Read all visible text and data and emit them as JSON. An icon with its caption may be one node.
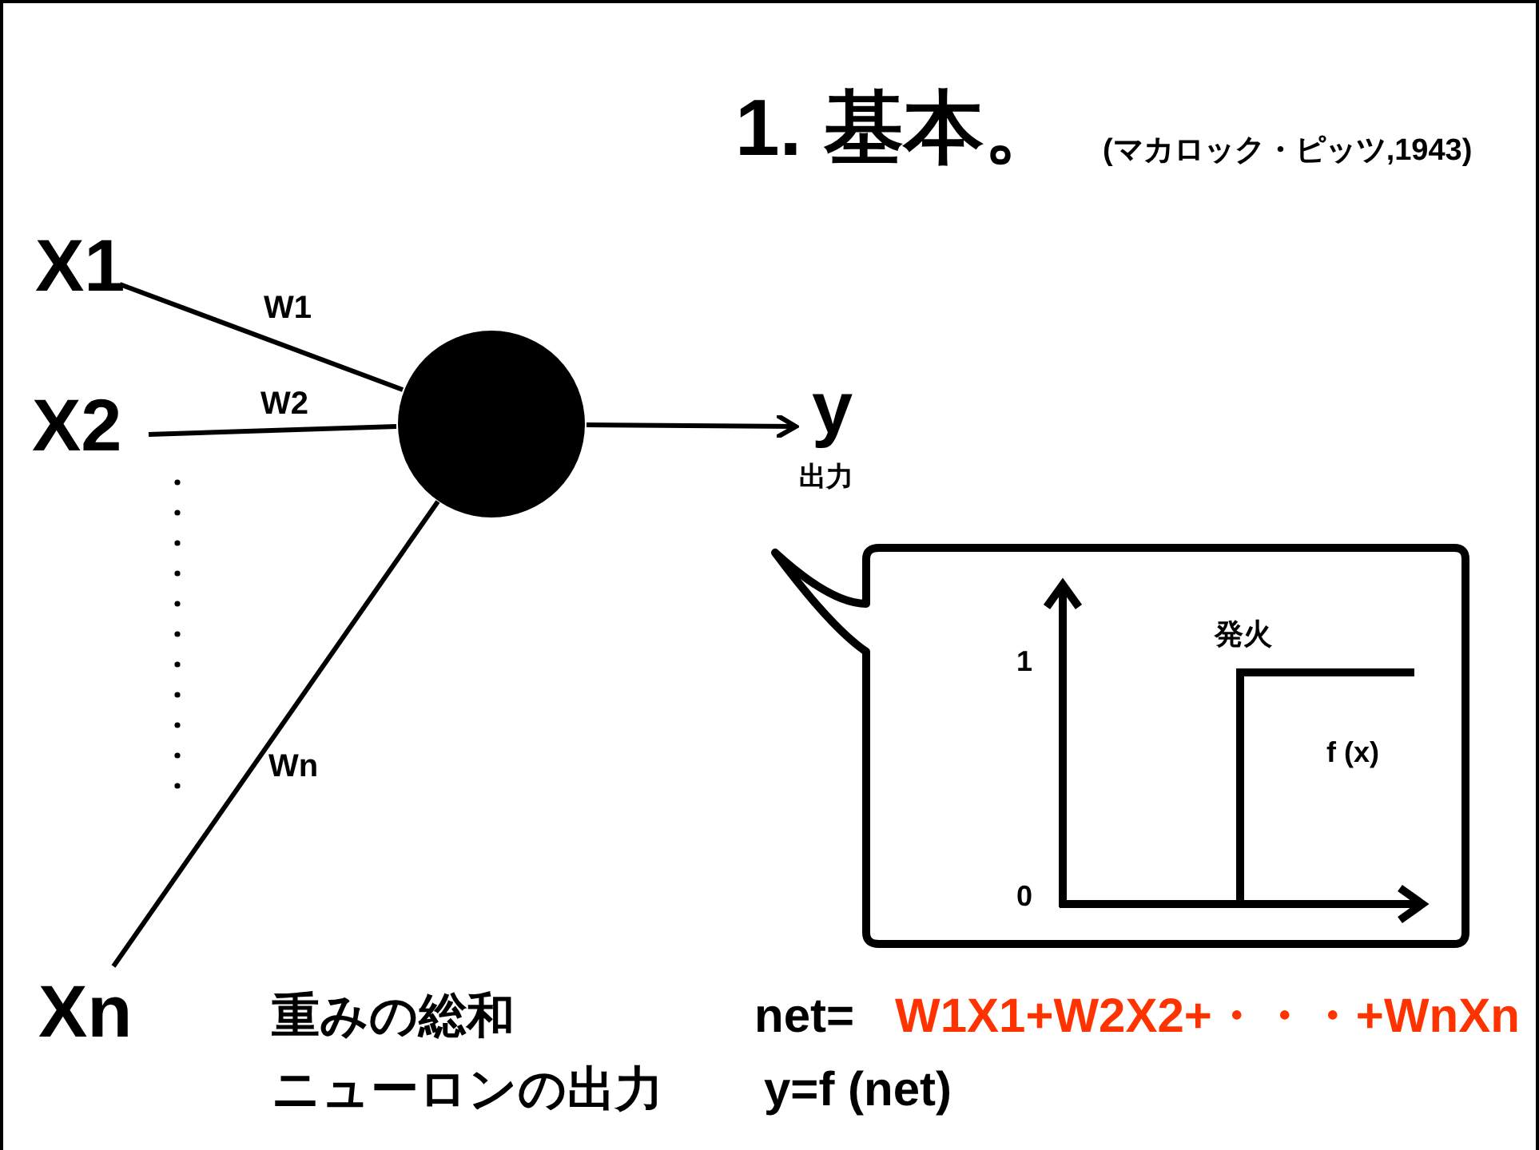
{
  "diagram": {
    "title": "1. 基本。",
    "nodes": [
      {
        "text": [
          "X1"
        ]
      },
      {
        "text": [
          "X2"
        ]
      },
      {
        "text": [
          "Xn"
        ]
      },
      {
        "text": [],
        "shape": "circle"
      },
      {
        "text": [
          "y"
        ],
        "beside": [
          "出力"
        ]
      },
      {
        "text": [
          "発火",
          "1",
          "f (x)",
          "0"
        ]
      }
    ],
    "edges": [
      {
        "from": 0,
        "to": 3,
        "arrow": "none",
        "label": "W1"
      },
      {
        "from": 1,
        "to": 3,
        "arrow": "none",
        "label": "W2"
      },
      {
        "from": 2,
        "to": 3,
        "arrow": "none",
        "label": "Wn"
      },
      {
        "from": 3,
        "to": 4,
        "arrow": "to"
      }
    ],
    "labels": [
      "(マカロック・ピッツ,1943)",
      "重みの総和",
      "net=",
      "W1X1+W2X2+・・・+WnXn",
      "ニューロンの出力",
      "y=f (net)"
    ]
  }
}
